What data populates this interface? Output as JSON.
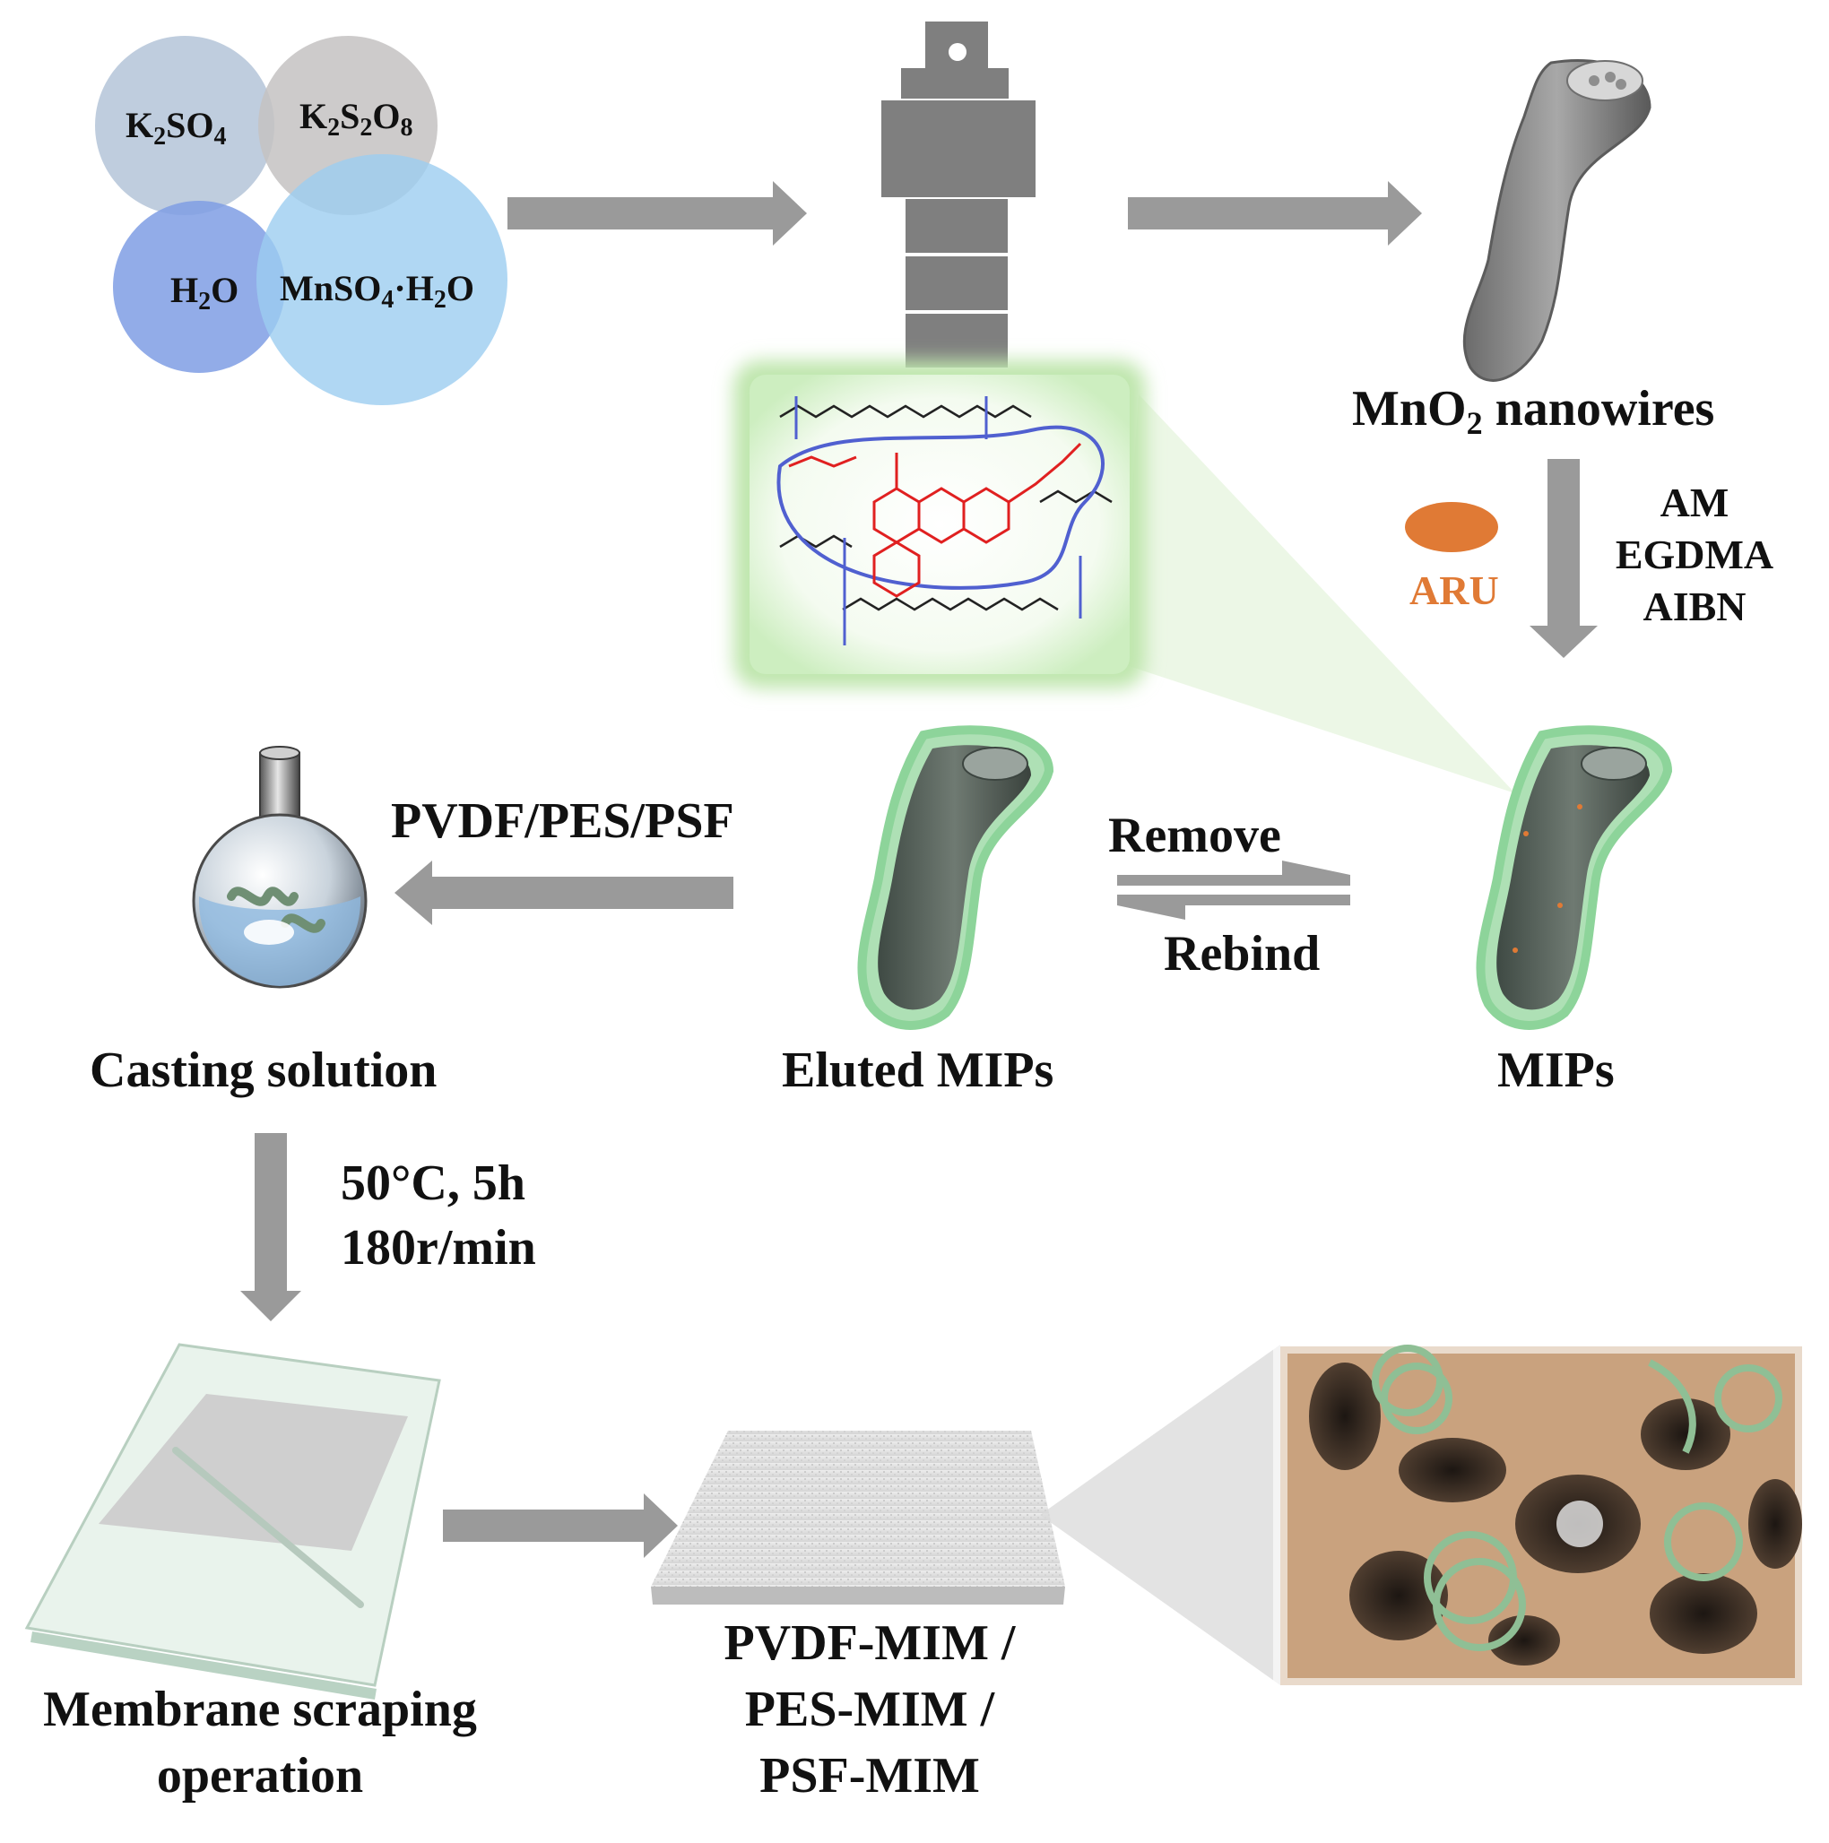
{
  "reagents": {
    "k2so4": {
      "base": "K",
      "s1": "2",
      "mid": "SO",
      "s2": "4"
    },
    "k2s2o8": {
      "base": "K",
      "s1": "2",
      "mid": "S",
      "s2": "2",
      "end": "O",
      "s3": "8"
    },
    "h2o": {
      "base": "H",
      "s1": "2",
      "end": "O"
    },
    "mnso4": {
      "base": "MnSO",
      "s1": "4",
      "mid": "·H",
      "s2": "2",
      "end": "O"
    }
  },
  "nanowires": {
    "base": "MnO",
    "sub": "2",
    "rest": " nanowires"
  },
  "monomers": [
    "AM",
    "EGDMA",
    "AIBN"
  ],
  "template": "ARU",
  "mips": "MIPs",
  "eluted": "Eluted MIPs",
  "remove": "Remove",
  "rebind": "Rebind",
  "polymers": "PVDF/PES/PSF",
  "casting": "Casting solution",
  "conditions": [
    "50°C, 5h",
    "180r/min"
  ],
  "scraping": [
    "Membrane scraping",
    "operation"
  ],
  "membranes": [
    "PVDF-MIM /",
    "PES-MIM /",
    "PSF-MIM"
  ],
  "colors": {
    "arrow": "#9a9a9a",
    "k2so4_circle": "#b4c4d8",
    "k2s2o8_circle": "#c4c2c2",
    "h2o_circle": "#7f9ee4",
    "mnso4_circle": "#9ccdf0",
    "template_red": "#e02020",
    "polymer_blue": "#5060d0",
    "aru_orange": "#e07a35",
    "mip_shell": "#9ed8a8",
    "membrane_tan": "#c9a27e"
  }
}
